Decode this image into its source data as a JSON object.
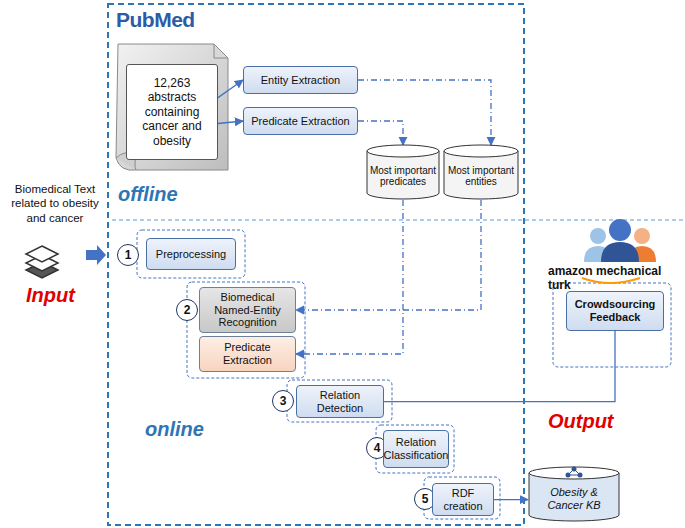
{
  "diagram": {
    "nodes": [
      {
        "text": [
          "12,263 abstracts containing cancer and obesity"
        ]
      },
      {
        "text": [
          "Entity Extraction"
        ]
      },
      {
        "text": [
          "Predicate Extraction"
        ]
      },
      {
        "text": [
          "Most important predicates"
        ]
      },
      {
        "text": [
          "Most important entities"
        ]
      },
      {
        "text": [
          "1"
        ]
      },
      {
        "text": [
          "Preprocessing"
        ]
      },
      {
        "text": [
          "2"
        ]
      },
      {
        "text": [
          "Biomedical Named-Entity Recognition"
        ]
      },
      {
        "text": [
          "Predicate Extraction"
        ]
      },
      {
        "text": [
          "3"
        ]
      },
      {
        "text": [
          "Relation Detection"
        ]
      },
      {
        "text": [
          "4"
        ]
      },
      {
        "text": [
          "Relation Classification"
        ]
      },
      {
        "text": [
          "5"
        ]
      },
      {
        "text": [
          "RDF creation"
        ]
      },
      {
        "text": [
          "Crowdsourcing Feedback"
        ]
      },
      {
        "text": [
          "Obesity & Cancer KB"
        ]
      }
    ],
    "edges": [
      {
        "from": 0,
        "to": 1,
        "arrow": "to"
      },
      {
        "from": 0,
        "to": 2,
        "arrow": "to"
      },
      {
        "from": 1,
        "to": 4,
        "arrow": "to"
      },
      {
        "from": 2,
        "to": 3,
        "arrow": "to"
      },
      {
        "from": 3,
        "to": 9,
        "arrow": "to"
      },
      {
        "from": 4,
        "to": 8,
        "arrow": "to"
      },
      {
        "from": 16,
        "to": 11,
        "arrow": "none"
      },
      {
        "from": 15,
        "to": 17,
        "arrow": "to"
      }
    ],
    "labels": [
      "PubMed",
      "offline",
      "Biomedical Text related to obesity and cancer",
      "Input",
      "online",
      "amazon mechanical turk",
      "Output"
    ]
  }
}
